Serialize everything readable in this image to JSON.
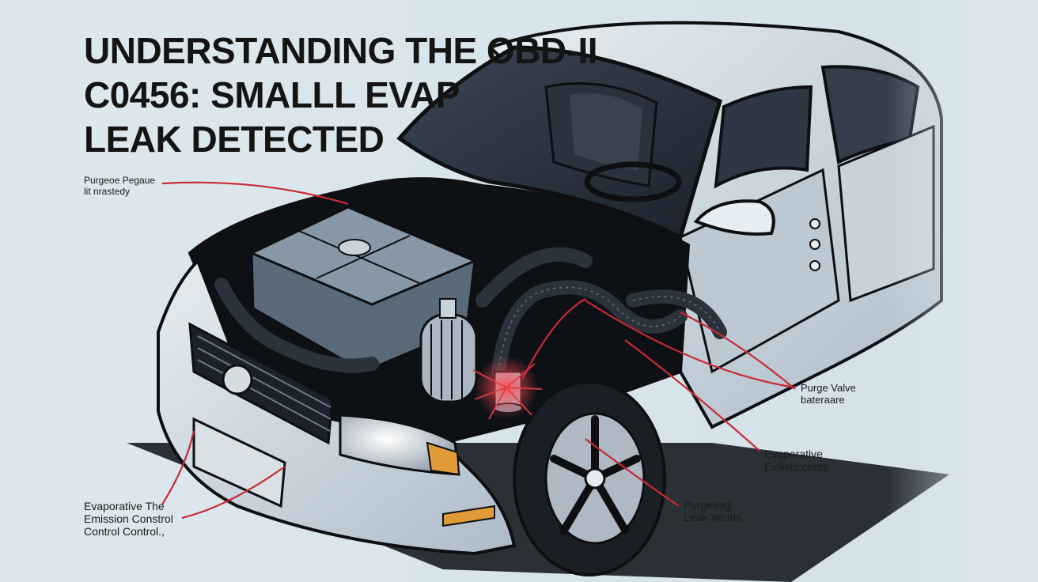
{
  "title": {
    "line1": "UNDERSTANDING THE OBD-II",
    "line2": "C0456: SMALLL EVAP",
    "line3": "LEAK DETECTED"
  },
  "callouts": {
    "top_left": {
      "line1": "Purgeoe Pegaue",
      "line2": "lit nrastedy"
    },
    "purge_valve": {
      "line1": "Purge Valve",
      "line2": "bateraare"
    },
    "evaporative_right": {
      "line1": "Evaporative",
      "line2": "Evilists conts"
    },
    "purge_leak": {
      "line1": "Purgevag",
      "line2": "Leak Varals"
    },
    "bottom_left": {
      "line1": "Evaporative The",
      "line2": "Emission Constrol",
      "line3": "Control Control.,"
    }
  },
  "colors": {
    "background": "#dde8ee",
    "body_paint": "#c9d3db",
    "outline": "#0d0f12",
    "engine": "#5b6a78",
    "callout_line": "#c82a35",
    "leak_glow": "#e23b44"
  }
}
